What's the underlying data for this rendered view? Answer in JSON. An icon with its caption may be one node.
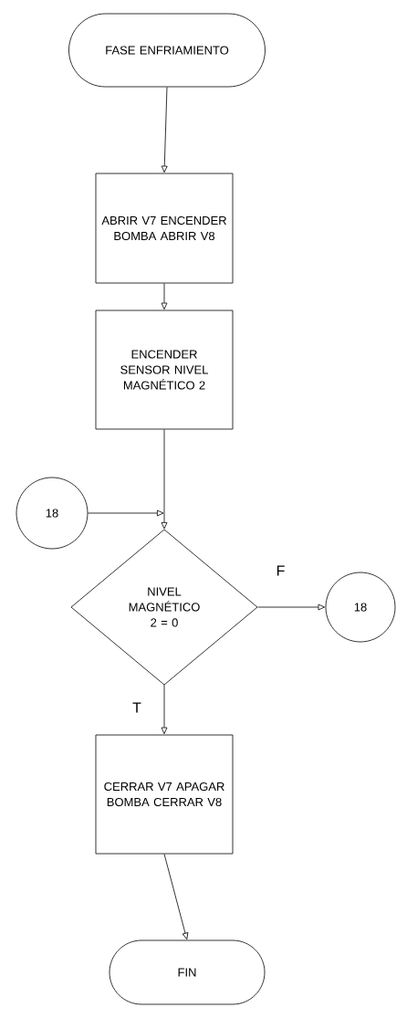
{
  "diagram": {
    "nodes": [
      {
        "text": [
          "FASE ENFRIAMIENTO"
        ]
      },
      {
        "text": [
          "ABRIR V7 ENCENDER BOMBA ABRIR V8"
        ]
      },
      {
        "text": [
          "ENCENDER SENSOR NIVEL MAGNÉTICO 2"
        ]
      },
      {
        "text": [
          "18"
        ]
      },
      {
        "text": [
          "NIVEL MAGNÉTICO 2 = 0"
        ]
      },
      {
        "text": [
          "18"
        ]
      },
      {
        "text": [
          "CERRAR V7 APAGAR BOMBA CERRAR V8"
        ]
      },
      {
        "text": [
          "FIN"
        ]
      }
    ],
    "edges": [
      {
        "from": 0,
        "to": 1,
        "arrow": "to"
      },
      {
        "from": 1,
        "to": 2,
        "arrow": "to"
      },
      {
        "from": 2,
        "to": 4,
        "arrow": "to"
      },
      {
        "from": 3,
        "to": 4,
        "arrow": "to"
      },
      {
        "from": 4,
        "to": 5,
        "arrow": "to",
        "label": "F"
      },
      {
        "from": 4,
        "to": 6,
        "arrow": "to",
        "label": "T"
      },
      {
        "from": 6,
        "to": 7,
        "arrow": "to"
      }
    ]
  }
}
